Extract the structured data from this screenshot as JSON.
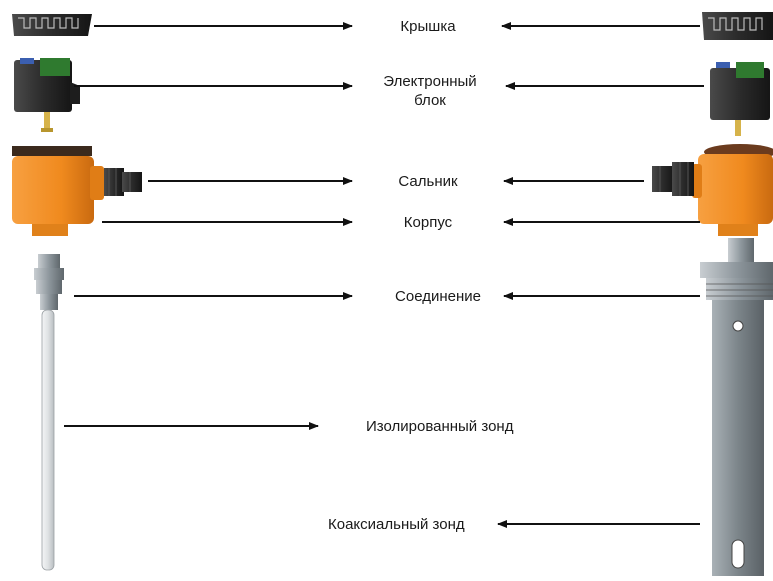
{
  "labels": {
    "cover": "Крышка",
    "electronics_line1": "Электронный",
    "electronics_line2": "блок",
    "gland": "Сальник",
    "housing": "Корпус",
    "connection": "Соединение",
    "insulated_probe": "Изолированный зонд",
    "coaxial_probe": "Коаксиальный зонд"
  },
  "colors": {
    "housing_orange": "#f08a1e",
    "dark_part": "#2b2b2b",
    "metal": "#9aa3a9",
    "probe_tube": "#7d868c",
    "arrow": "#111111"
  }
}
